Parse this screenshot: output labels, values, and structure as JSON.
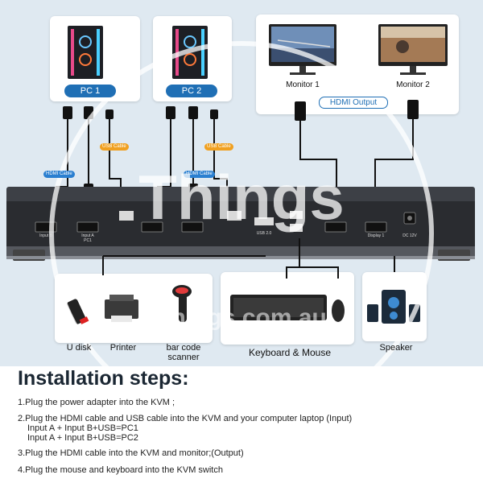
{
  "pcs": [
    {
      "label": "PC 1"
    },
    {
      "label": "PC 2"
    }
  ],
  "monitors": [
    {
      "label": "Monitor 1"
    },
    {
      "label": "Monitor 2"
    }
  ],
  "hdmi_output_label": "HDMI Output",
  "cable_tags": {
    "usb": "USB Cable",
    "hdmi": "HDMI Cable"
  },
  "ports": {
    "input_b": "Input B",
    "input_a": "Input A PC1",
    "usb20": "USB 2.0",
    "display1": "Display 1",
    "dc": "DC 12V"
  },
  "peripherals": [
    {
      "label": "U disk"
    },
    {
      "label": "Printer"
    },
    {
      "label": "bar code scanner"
    },
    {
      "label": "Keyboard & Mouse"
    },
    {
      "label": "Speaker"
    }
  ],
  "watermark": {
    "big": "Things",
    "small": "Things.com.au"
  },
  "installation": {
    "title": "Installation steps:",
    "step1": "1.Plug the power adapter into the KVM ;",
    "step2": "2.Plug the HDMI cable and USB cable into the KVM and your computer laptop (Input)",
    "step2_a": "Input A + Input B+USB=PC1",
    "step2_b": "Input A + Input B+USB=PC2",
    "step3": "3.Plug the HDMI cable into the KVM and monitor;(Output)",
    "step4": "4.Plug the mouse and keyboard into the KVM switch"
  },
  "colors": {
    "accent": "#1f6fb5",
    "usb_tag": "#f0a020",
    "background": "#dfe9f1"
  }
}
